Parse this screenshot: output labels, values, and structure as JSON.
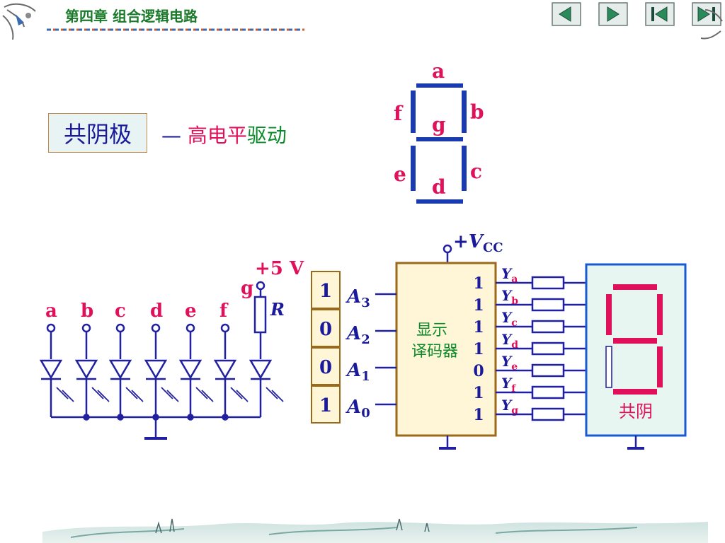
{
  "header": {
    "title": "第四章  组合逻辑电路",
    "nav": {
      "prev_icon": "triangle-left-icon",
      "next_icon": "triangle-right-icon",
      "first_icon": "skip-first-icon",
      "last_icon": "skip-last-icon"
    }
  },
  "label": {
    "box_text": "共阴极",
    "dash": "—",
    "drive_part1": "高电平",
    "drive_part2": "驱动"
  },
  "segment_diagram": {
    "a": "a",
    "b": "b",
    "c": "c",
    "d": "d",
    "e": "e",
    "f": "f",
    "g": "g"
  },
  "led_circuit": {
    "labels": [
      "a",
      "b",
      "c",
      "d",
      "e",
      "f"
    ],
    "g_label": "g",
    "supply": "+5 V",
    "resistor": "R"
  },
  "decoder": {
    "vcc_plus": "+",
    "vcc_v": "V",
    "vcc_sub": "CC",
    "title_line1": "显示",
    "title_line2": "译码器",
    "inputs": [
      {
        "value": "1",
        "name": "A",
        "sub": "3"
      },
      {
        "value": "0",
        "name": "A",
        "sub": "2"
      },
      {
        "value": "0",
        "name": "A",
        "sub": "1"
      },
      {
        "value": "1",
        "name": "A",
        "sub": "0"
      }
    ],
    "outputs": [
      {
        "value": "1",
        "name": "Y",
        "sub": "a"
      },
      {
        "value": "1",
        "name": "Y",
        "sub": "b"
      },
      {
        "value": "1",
        "name": "Y",
        "sub": "c"
      },
      {
        "value": "1",
        "name": "Y",
        "sub": "d"
      },
      {
        "value": "0",
        "name": "Y",
        "sub": "e"
      },
      {
        "value": "1",
        "name": "Y",
        "sub": "f"
      },
      {
        "value": "1",
        "name": "Y",
        "sub": "g"
      }
    ],
    "display_label": "共阴"
  },
  "colors": {
    "wire": "#2020a0",
    "accent_red": "#e0105a",
    "green": "#0a8a2a",
    "chip_fill": "#fff6d8",
    "chip_border": "#9a6a1a",
    "display_bg": "#e8f6f2",
    "display_border": "#1a5ad0"
  }
}
